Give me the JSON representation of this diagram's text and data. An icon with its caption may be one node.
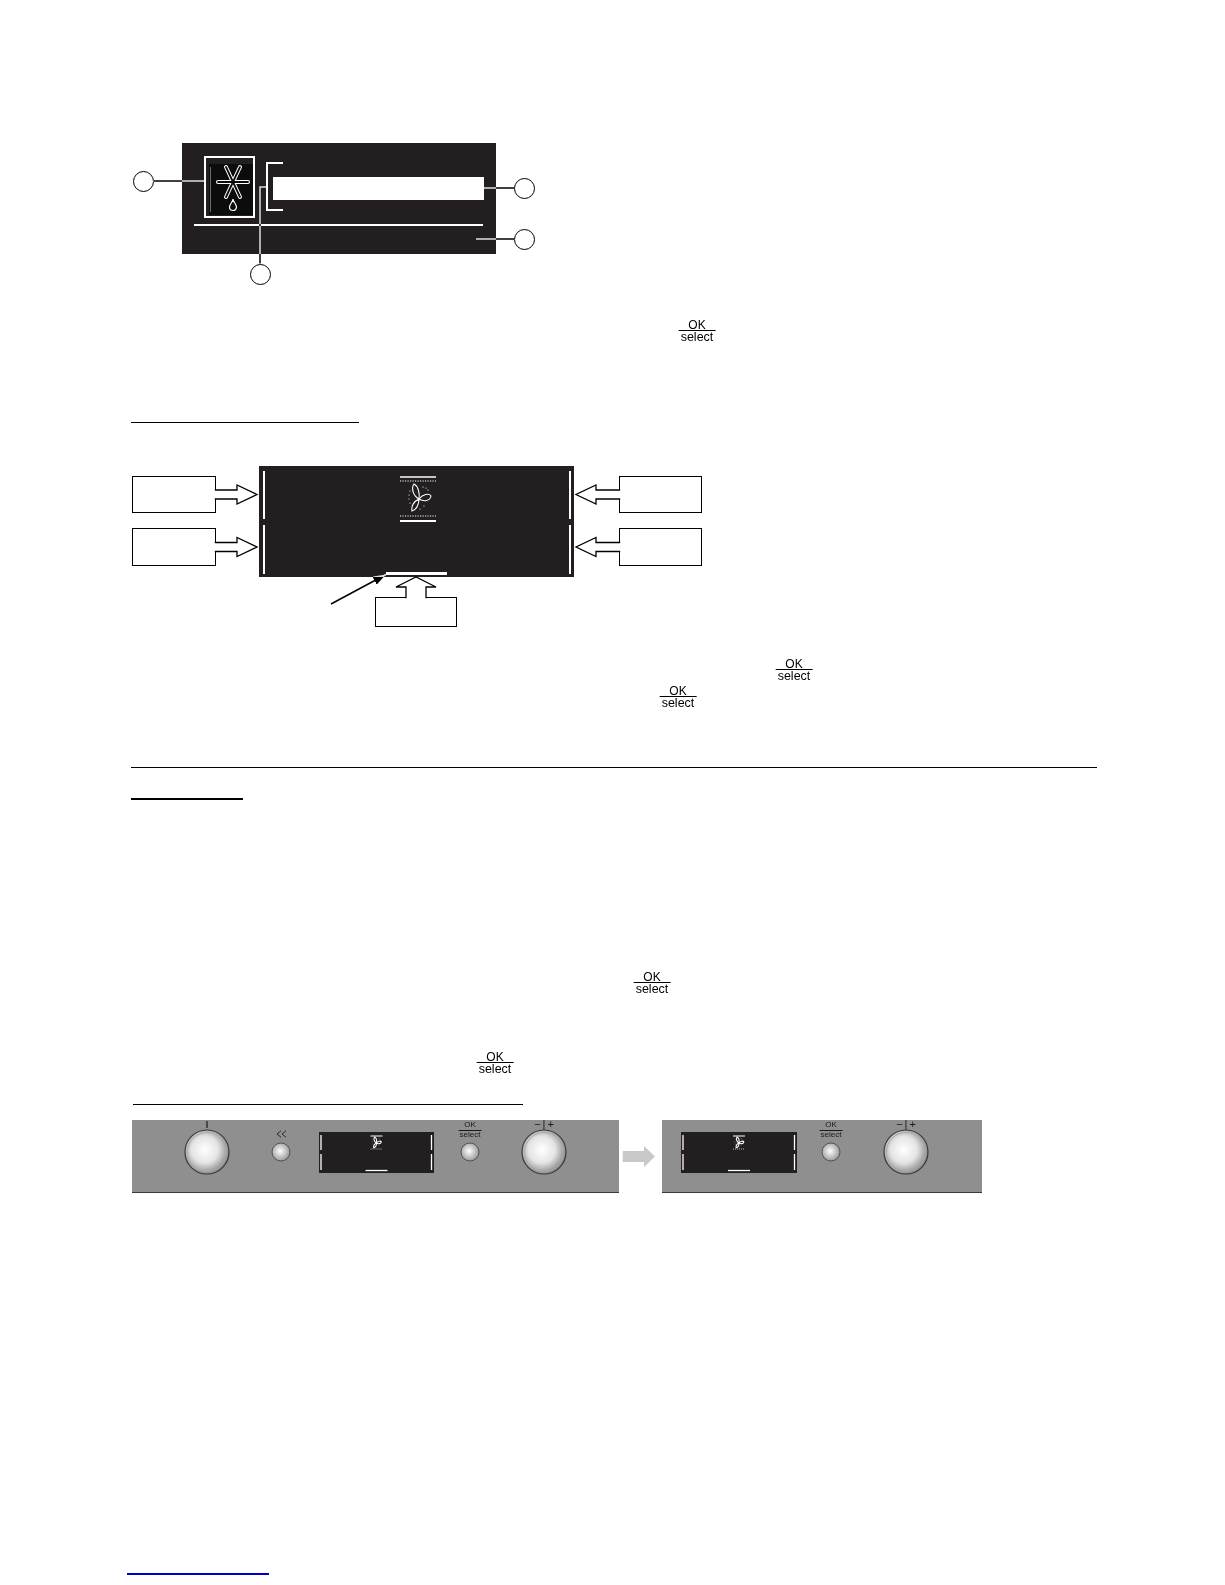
{
  "diagram": {
    "nodes": [
      {
        "text": [],
        "shape": "box"
      },
      {
        "text": [],
        "shape": "box",
        "in": 0
      },
      {
        "text": [],
        "shape": "bracket",
        "in": 0
      },
      {
        "text": [],
        "shape": "bar",
        "in": 0
      },
      {
        "text": [],
        "shape": "circle"
      },
      {
        "text": [],
        "shape": "circle"
      },
      {
        "text": [],
        "shape": "circle"
      },
      {
        "text": [],
        "shape": "circle"
      },
      {
        "text": [],
        "shape": "box"
      },
      {
        "text": [],
        "shape": "box"
      },
      {
        "text": [],
        "shape": "box"
      },
      {
        "text": [],
        "shape": "box"
      },
      {
        "text": [],
        "shape": "box"
      },
      {
        "text": [],
        "shape": "bar",
        "in": 8
      },
      {
        "text": [],
        "shape": "box"
      },
      {
        "text": [
          "OK",
          "select",
          "−|+"
        ]
      },
      {
        "text": [
          "OK",
          "select",
          "−|+"
        ]
      }
    ],
    "edges": [
      {
        "from": 4,
        "to": 1,
        "arrow": "none"
      },
      {
        "from": 5,
        "to": 3,
        "arrow": "none"
      },
      {
        "from": 6,
        "to": 0,
        "arrow": "none"
      },
      {
        "from": 7,
        "to": 2,
        "arrow": "none"
      },
      {
        "from": 9,
        "to": 8,
        "arrow": "to",
        "style": "thick"
      },
      {
        "from": 10,
        "to": 8,
        "arrow": "to",
        "style": "thick"
      },
      {
        "from": 11,
        "to": 8,
        "arrow": "to",
        "style": "thick"
      },
      {
        "from": 12,
        "to": 8,
        "arrow": "to",
        "style": "thick"
      },
      {
        "from": 14,
        "to": 8,
        "arrow": "to",
        "style": "thick"
      },
      {
        "from": null,
        "to": 13,
        "arrow": "to"
      },
      {
        "from": 15,
        "to": 16,
        "arrow": "to",
        "style": "thick",
        "color": "#c8c8c8"
      }
    ],
    "labels": [
      "OK",
      "select",
      "OK",
      "select",
      "OK",
      "select",
      "OK",
      "select",
      "OK",
      "select"
    ]
  }
}
